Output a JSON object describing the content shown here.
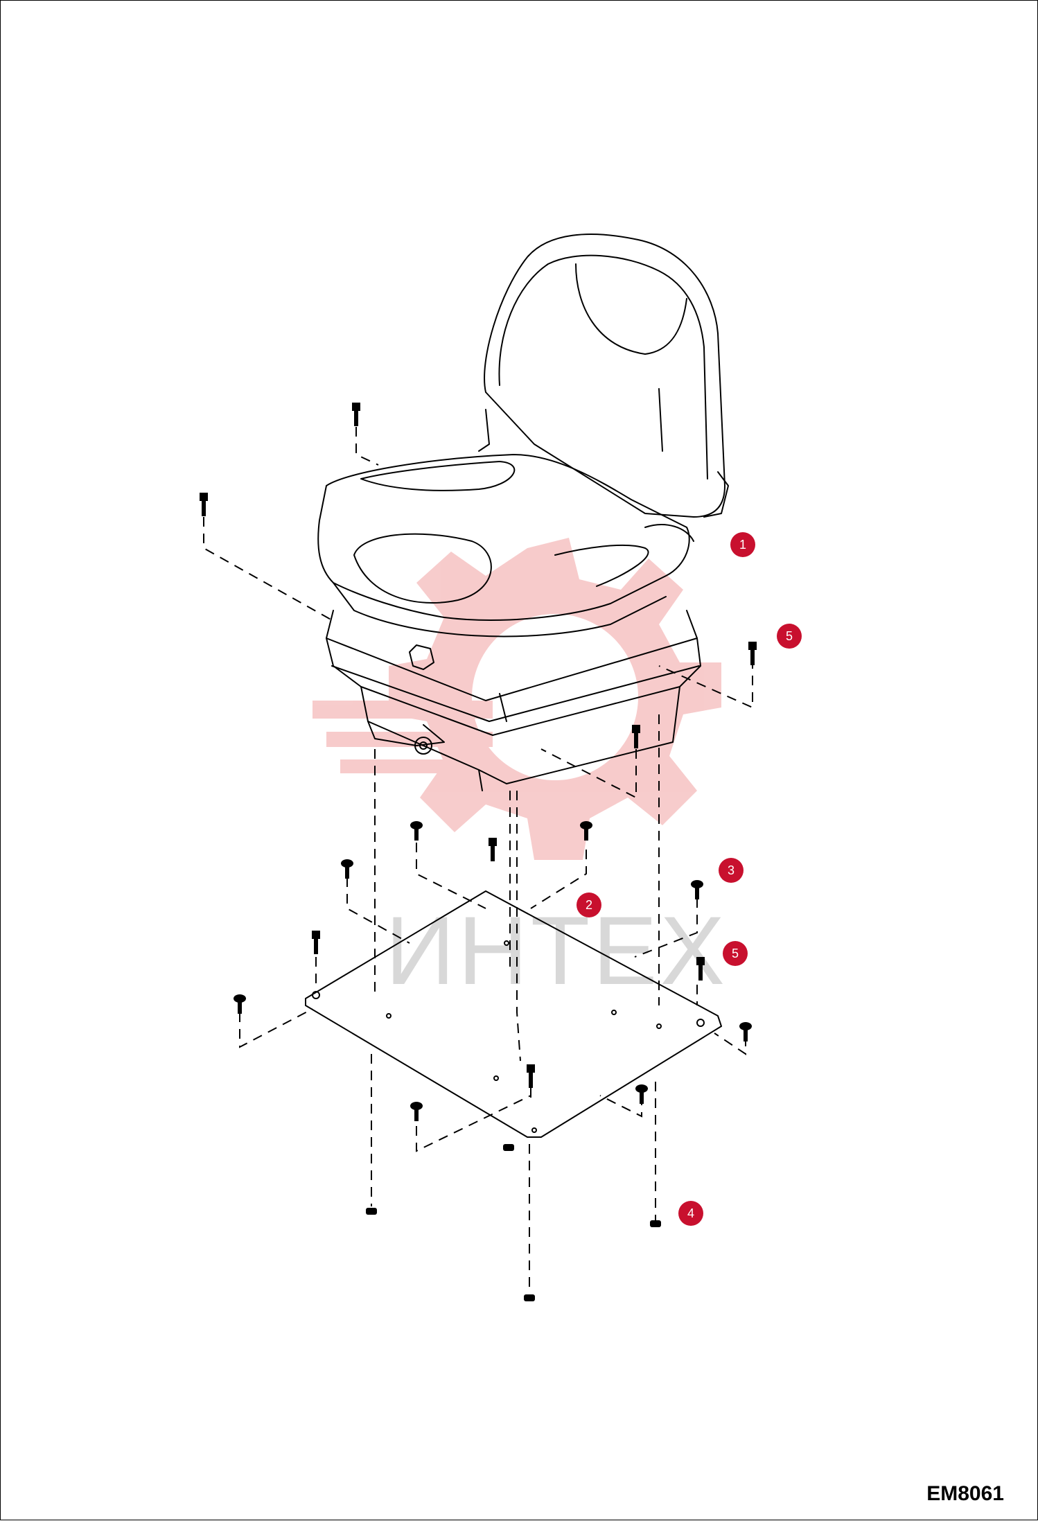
{
  "drawing_code": "EM8061",
  "watermark_text": "ИНТЕХ",
  "callouts": [
    {
      "number": "1",
      "part": "seat-assembly"
    },
    {
      "number": "2",
      "part": "mounting-plate"
    },
    {
      "number": "3",
      "part": "carriage-bolt"
    },
    {
      "number": "4",
      "part": "flange-nut"
    },
    {
      "number": "5",
      "part": "flange-screw"
    },
    {
      "number": "5",
      "part": "flange-screw"
    }
  ],
  "colors": {
    "callout": "#c8102e",
    "watermark_logo": "#f4b6b6",
    "watermark_text": "#d8d8d8",
    "line": "#000000"
  }
}
